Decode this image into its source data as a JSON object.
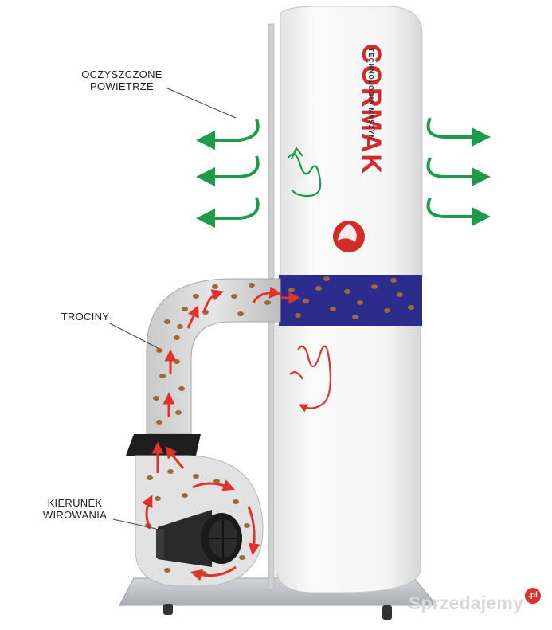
{
  "labels": {
    "clean_air_line1": "OCZYSZCZONE",
    "clean_air_line2": "POWIETRZE",
    "sawdust": "TROCINY",
    "spin_line1": "KIERUNEK",
    "spin_line2": "WIROWANIA"
  },
  "brand": {
    "name": "CORMAK",
    "tagline": "TECHNOLOGIA MASZYN",
    "color": "#d42a2a"
  },
  "watermark": {
    "text": "Sprzedajemy",
    "badge": ".pl"
  },
  "colors": {
    "air_arrow": "#1d9a4a",
    "flow_arrow": "#e0322a",
    "band": "#2c2c8c",
    "sawdust": "#9a6a3a"
  }
}
